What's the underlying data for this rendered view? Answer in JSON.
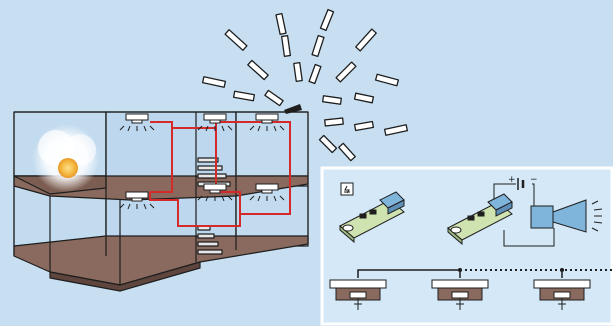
{
  "colors": {
    "background": "#c7dff1",
    "wall_fill": "#bcd7ee",
    "floor_fill": "#8a6a5e",
    "outline": "#1e1e1e",
    "wire": "#d42a2a",
    "fire_core": "#f3b43a",
    "smoke": "#ffffff",
    "panel_fill": "#d4e8f7",
    "panel_border": "#ffffff",
    "board_green": "#cfe3b0",
    "module_blue": "#7fb4db"
  },
  "building": {
    "floors": 2,
    "rooms_per_floor": 3,
    "ceiling_detectors": 6,
    "has_staircase": true,
    "fire_location": "upper-left-room"
  },
  "alarm": {
    "state": "sounding",
    "indicator": "sound-rays"
  },
  "inset": {
    "step1": {
      "icon": "fire-sensor-icon",
      "component": "detector-circuit-board"
    },
    "step2": {
      "power_sign_plus": "+",
      "power_sign_minus": "−",
      "output_device": "siren-horn"
    },
    "detector_chain": {
      "count": 3,
      "link_1_2": "solid",
      "link_2_3": "dotted"
    }
  }
}
